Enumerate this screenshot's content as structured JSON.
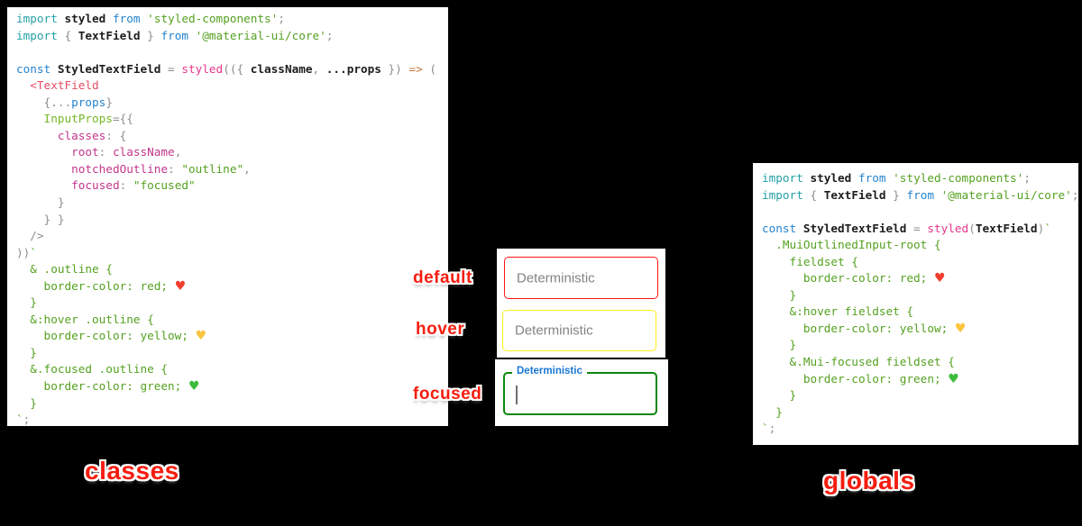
{
  "labels": {
    "default": "default",
    "hover": "hover",
    "focused": "focused",
    "classes": "classes",
    "globals": "globals"
  },
  "fields": {
    "default_placeholder": "Deterministic",
    "hover_placeholder": "Deterministic",
    "focused_label": "Deterministic"
  },
  "colors": {
    "default_border": "#ff1515",
    "hover_border": "#ffef1a",
    "focused_border": "#0d870d",
    "focused_label": "#1976d2",
    "sticker_red": "#f51d0f"
  },
  "icons": {
    "heart_red": "red-heart-emoji",
    "heart_yellow": "yellow-heart-emoji",
    "heart_green": "green-heart-emoji"
  },
  "code_left": {
    "lines": [
      [
        [
          "kw",
          "import"
        ],
        [
          "id",
          " styled"
        ],
        [
          "kw2",
          " from"
        ],
        [
          "str",
          " 'styled-components'"
        ],
        [
          "pu",
          ";"
        ]
      ],
      [
        [
          "kw",
          "import"
        ],
        [
          "pu",
          " { "
        ],
        [
          "id",
          "TextField"
        ],
        [
          "pu",
          " } "
        ],
        [
          "kw2",
          "from"
        ],
        [
          "str",
          " '@material-ui/core'"
        ],
        [
          "pu",
          ";"
        ]
      ],
      [],
      [
        [
          "kw2",
          "const"
        ],
        [
          "id",
          " StyledTextField"
        ],
        [
          "pu",
          " = "
        ],
        [
          "fn",
          "styled"
        ],
        [
          "pu",
          "(({ "
        ],
        [
          "id",
          "className"
        ],
        [
          "pu",
          ", "
        ],
        [
          "id",
          "...props"
        ],
        [
          "pu",
          " }) "
        ],
        [
          "ar",
          "=>"
        ],
        [
          "pu",
          " ("
        ]
      ],
      [
        [
          "pu",
          "  "
        ],
        [
          "jsx",
          "<TextField"
        ]
      ],
      [
        [
          "pu",
          "    {..."
        ],
        [
          "var",
          "props"
        ],
        [
          "pu",
          "}"
        ]
      ],
      [
        [
          "attr",
          "    InputProps"
        ],
        [
          "pu",
          "={{"
        ]
      ],
      [
        [
          "key",
          "      classes"
        ],
        [
          "pu",
          ": {"
        ]
      ],
      [
        [
          "key",
          "        root"
        ],
        [
          "pu",
          ": "
        ],
        [
          "key",
          "className"
        ],
        [
          "pu",
          ","
        ]
      ],
      [
        [
          "key",
          "        notchedOutline"
        ],
        [
          "pu",
          ": "
        ],
        [
          "str",
          "\"outline\""
        ],
        [
          "pu",
          ","
        ]
      ],
      [
        [
          "key",
          "        focused"
        ],
        [
          "pu",
          ": "
        ],
        [
          "str",
          "\"focused\""
        ]
      ],
      [
        [
          "pu",
          "      }"
        ]
      ],
      [
        [
          "pu",
          "    } }"
        ]
      ],
      [
        [
          "pu",
          "  />"
        ]
      ],
      [
        [
          "pu",
          "))"
        ],
        [
          "css",
          "`"
        ]
      ],
      [
        [
          "css",
          "  & .outline {"
        ]
      ],
      [
        [
          "css",
          "    border-color: red; "
        ],
        [
          "heart",
          "red"
        ]
      ],
      [
        [
          "css",
          "  }"
        ]
      ],
      [
        [
          "css",
          "  &:hover .outline {"
        ]
      ],
      [
        [
          "css",
          "    border-color: yellow; "
        ],
        [
          "heart",
          "yellow"
        ]
      ],
      [
        [
          "css",
          "  }"
        ]
      ],
      [
        [
          "css",
          "  &.focused .outline {"
        ]
      ],
      [
        [
          "css",
          "    border-color: green; "
        ],
        [
          "heart",
          "green"
        ]
      ],
      [
        [
          "css",
          "  }"
        ]
      ],
      [
        [
          "css",
          "`"
        ],
        [
          "pu",
          ";"
        ]
      ]
    ]
  },
  "code_right": {
    "lines": [
      [
        [
          "kw",
          "import"
        ],
        [
          "id",
          " styled"
        ],
        [
          "kw2",
          " from"
        ],
        [
          "str",
          " 'styled-components'"
        ],
        [
          "pu",
          ";"
        ]
      ],
      [
        [
          "kw",
          "import"
        ],
        [
          "pu",
          " { "
        ],
        [
          "id",
          "TextField"
        ],
        [
          "pu",
          " } "
        ],
        [
          "kw2",
          "from"
        ],
        [
          "str",
          " '@material-ui/core'"
        ],
        [
          "pu",
          ";"
        ]
      ],
      [],
      [
        [
          "kw2",
          "const"
        ],
        [
          "id",
          " StyledTextField"
        ],
        [
          "pu",
          " = "
        ],
        [
          "fn",
          "styled"
        ],
        [
          "pu",
          "("
        ],
        [
          "id",
          "TextField"
        ],
        [
          "pu",
          ")"
        ],
        [
          "css",
          "`"
        ]
      ],
      [
        [
          "css",
          "  .MuiOutlinedInput-root {"
        ]
      ],
      [
        [
          "css",
          "    fieldset {"
        ]
      ],
      [
        [
          "css",
          "      border-color: red; "
        ],
        [
          "heart",
          "red"
        ]
      ],
      [
        [
          "css",
          "    }"
        ]
      ],
      [
        [
          "css",
          "    &:hover fieldset {"
        ]
      ],
      [
        [
          "css",
          "      border-color: yellow; "
        ],
        [
          "heart",
          "yellow"
        ]
      ],
      [
        [
          "css",
          "    }"
        ]
      ],
      [
        [
          "css",
          "    &.Mui-focused fieldset {"
        ]
      ],
      [
        [
          "css",
          "      border-color: green; "
        ],
        [
          "heart",
          "green"
        ]
      ],
      [
        [
          "css",
          "    }"
        ]
      ],
      [
        [
          "css",
          "  }"
        ]
      ],
      [
        [
          "css",
          "`"
        ],
        [
          "pu",
          ";"
        ]
      ]
    ]
  }
}
